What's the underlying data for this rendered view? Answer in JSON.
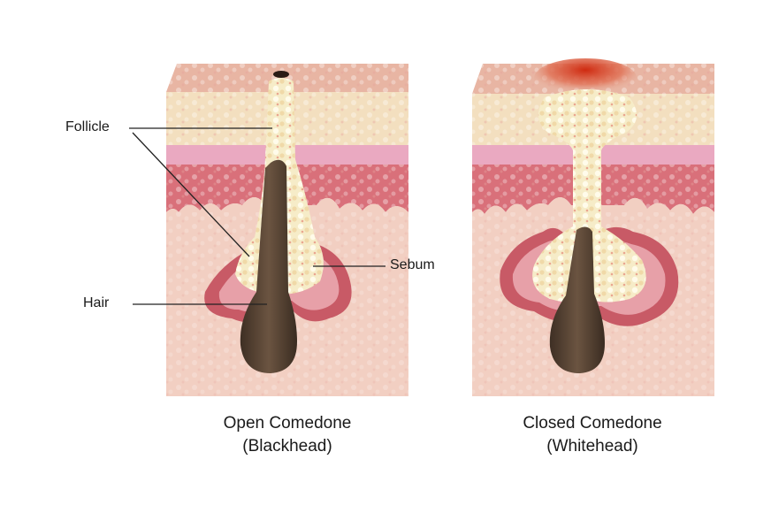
{
  "labels": {
    "follicle": "Follicle",
    "hair": "Hair",
    "sebum": "Sebum"
  },
  "captions": {
    "open": {
      "line1": "Open Comedone",
      "line2": "(Blackhead)"
    },
    "closed": {
      "line1": "Closed Comedone",
      "line2": "(Whitehead)"
    }
  },
  "colors": {
    "skin_top": "#e8b8a5",
    "epidermis": "#f3dfbf",
    "pink_band": "#e9a8c0",
    "dermis_red": "#d86c78",
    "lower_skin": "#f2cfc2",
    "sebum": "#f6ecc8",
    "hair": "#5a4636",
    "inflammation": "#d94a2a",
    "line": "#222222"
  }
}
